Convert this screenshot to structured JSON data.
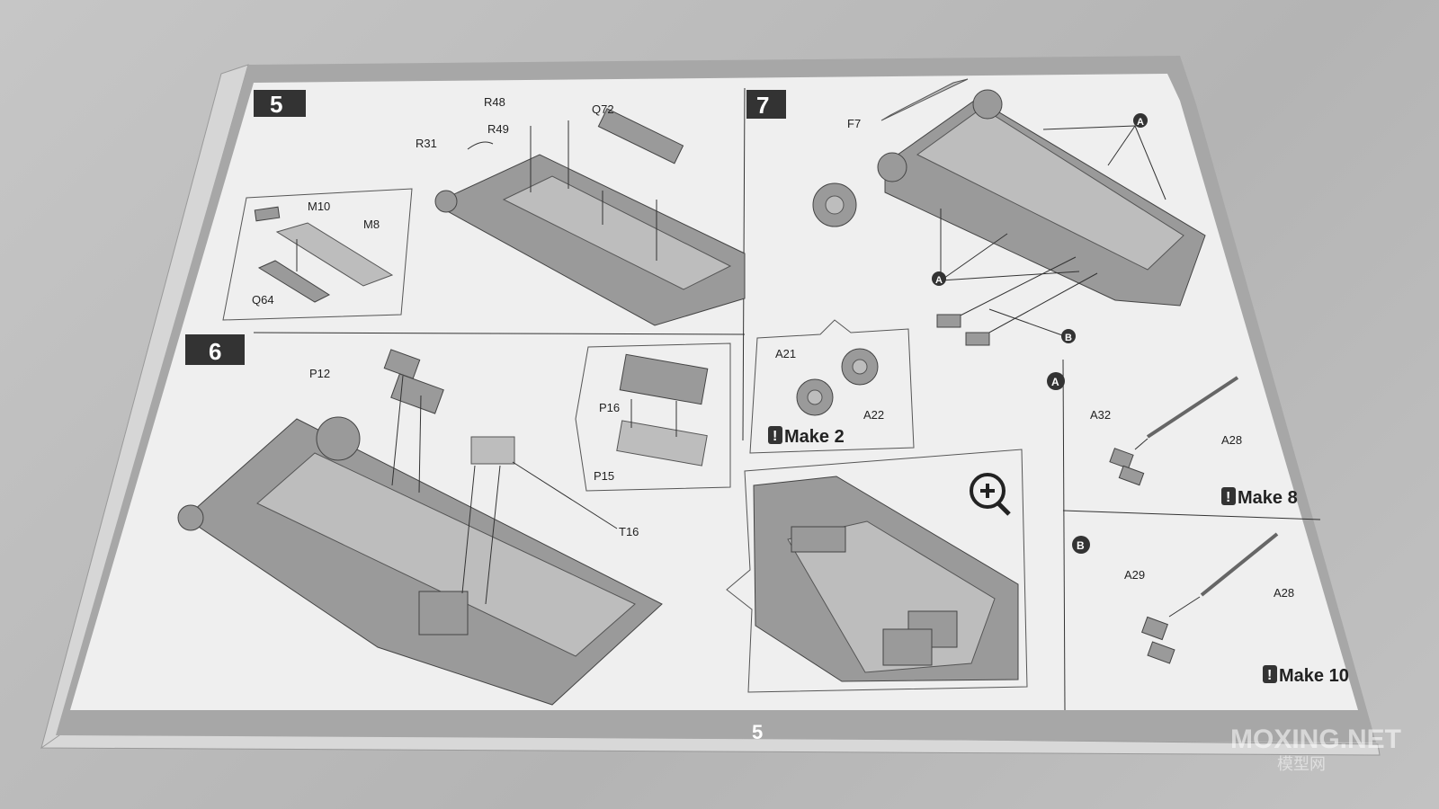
{
  "page_number": "5",
  "steps": {
    "s5": {
      "number": "5",
      "labels": [
        "R48",
        "Q72",
        "R49",
        "R31"
      ],
      "inset_labels": [
        "M10",
        "M8",
        "Q64"
      ]
    },
    "s6": {
      "number": "6",
      "labels": [
        "P12",
        "T16"
      ],
      "inset_labels": [
        "P16",
        "P15"
      ]
    },
    "s7": {
      "number": "7",
      "labels": [
        "F7",
        "A",
        "A",
        "B"
      ],
      "inset_labels": [
        "A21",
        "A22"
      ],
      "inset_make": "Make 2"
    },
    "subA": {
      "marker": "A",
      "labels": [
        "A32",
        "A28"
      ],
      "make": "Make 8"
    },
    "subB": {
      "marker": "B",
      "labels": [
        "A29",
        "A28"
      ],
      "make": "Make 10"
    }
  },
  "watermark": {
    "line1": "MOXING.NET",
    "line2": "模型网"
  },
  "icons": [
    "zoom-in-icon",
    "exclamation-icon"
  ]
}
